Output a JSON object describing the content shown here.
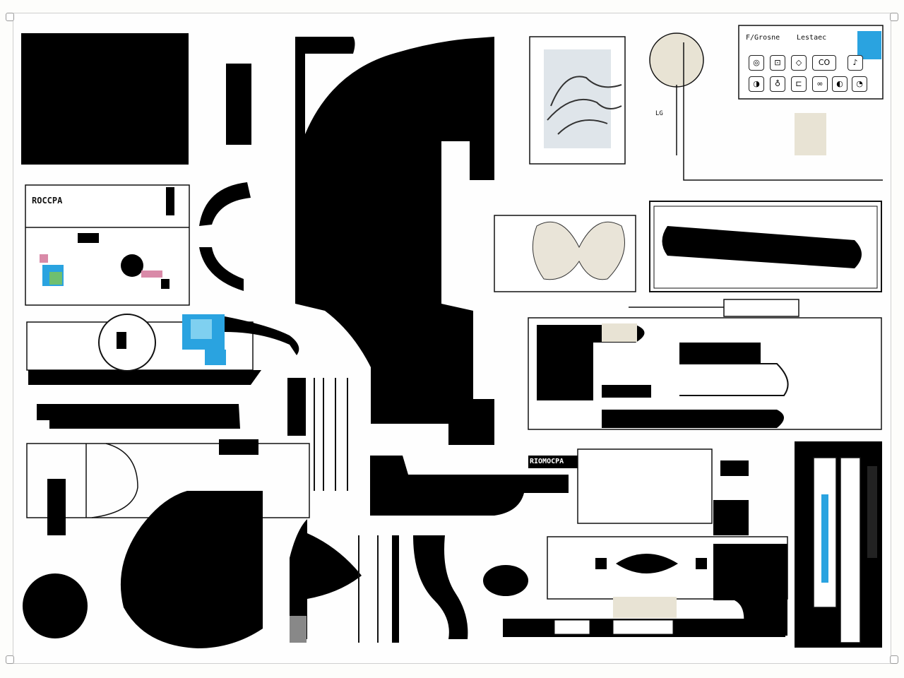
{
  "labels": {
    "top_left_caption": "ROCCPA",
    "bottom_caption": "RIOMOCPA",
    "tiny_mark": "LG",
    "header_left": "F/Grosne",
    "header_right": "Lestaec",
    "panel_glyph": "CO"
  },
  "colors": {
    "ink": "#000000",
    "paper": "#fefefe",
    "beige": "#e8e3d4",
    "accent_blue": "#2aa3e0",
    "accent_pink": "#d98aa8",
    "accent_green": "#6fbf6f"
  }
}
